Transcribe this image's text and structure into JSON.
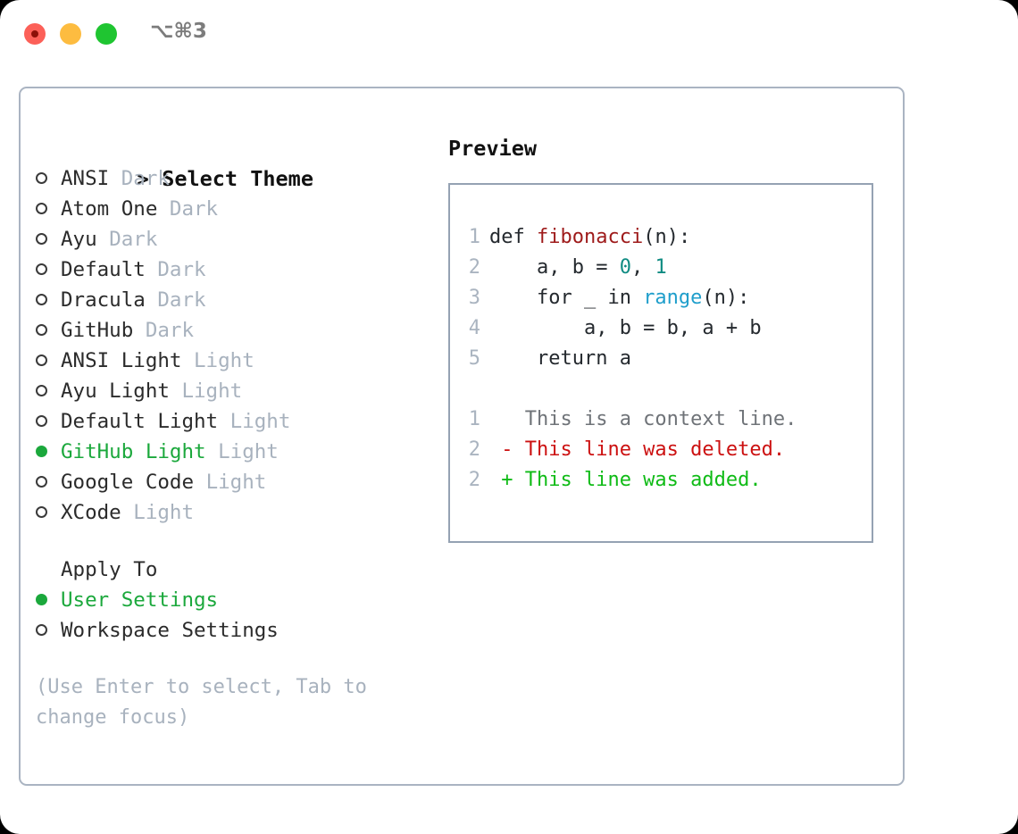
{
  "window": {
    "shortcut_label": "⌥⌘3",
    "traffic_lights": [
      "close",
      "minimize",
      "maximize"
    ]
  },
  "left_pane": {
    "header": {
      "prompt": ">",
      "title": "Select Theme"
    },
    "themes": [
      {
        "marker": "empty",
        "name": "ANSI",
        "kind": "Dark",
        "selected": false
      },
      {
        "marker": "empty",
        "name": "Atom One",
        "kind": "Dark",
        "selected": false
      },
      {
        "marker": "empty",
        "name": "Ayu",
        "kind": "Dark",
        "selected": false
      },
      {
        "marker": "empty",
        "name": "Default",
        "kind": "Dark",
        "selected": false
      },
      {
        "marker": "empty",
        "name": "Dracula",
        "kind": "Dark",
        "selected": false
      },
      {
        "marker": "empty",
        "name": "GitHub",
        "kind": "Dark",
        "selected": false
      },
      {
        "marker": "empty",
        "name": "ANSI Light",
        "kind": "Light",
        "selected": false
      },
      {
        "marker": "empty",
        "name": "Ayu Light",
        "kind": "Light",
        "selected": false
      },
      {
        "marker": "empty",
        "name": "Default Light",
        "kind": "Light",
        "selected": false
      },
      {
        "marker": "filled",
        "name": "GitHub Light",
        "kind": "Light",
        "selected": true
      },
      {
        "marker": "empty",
        "name": "Google Code",
        "kind": "Light",
        "selected": false
      },
      {
        "marker": "empty",
        "name": "XCode",
        "kind": "Light",
        "selected": false
      }
    ],
    "apply_to": {
      "heading": "Apply To",
      "options": [
        {
          "marker": "filled",
          "label": "User Settings",
          "selected": true
        },
        {
          "marker": "empty",
          "label": "Workspace Settings",
          "selected": false
        }
      ]
    },
    "hint": "(Use Enter to select, Tab to change focus)"
  },
  "right_pane": {
    "title": "Preview",
    "code_lines": [
      {
        "num": "1",
        "tokens": [
          {
            "text": "def ",
            "style": "plain"
          },
          {
            "text": "fibonacci",
            "style": "func"
          },
          {
            "text": "(n):",
            "style": "plain"
          }
        ]
      },
      {
        "num": "2",
        "tokens": [
          {
            "text": "    a, b = ",
            "style": "plain"
          },
          {
            "text": "0",
            "style": "num"
          },
          {
            "text": ", ",
            "style": "plain"
          },
          {
            "text": "1",
            "style": "num"
          }
        ]
      },
      {
        "num": "3",
        "tokens": [
          {
            "text": "    for _ in ",
            "style": "plain"
          },
          {
            "text": "range",
            "style": "call"
          },
          {
            "text": "(n):",
            "style": "plain"
          }
        ]
      },
      {
        "num": "4",
        "tokens": [
          {
            "text": "        a, b = b, a + b",
            "style": "plain"
          }
        ]
      },
      {
        "num": "5",
        "tokens": [
          {
            "text": "    return a",
            "style": "plain"
          }
        ]
      },
      {
        "num": "",
        "tokens": []
      },
      {
        "num": "1",
        "tokens": [
          {
            "text": "   This is a context line.",
            "style": "ctx"
          }
        ]
      },
      {
        "num": "2",
        "tokens": [
          {
            "text": " - This line was deleted.",
            "style": "del"
          }
        ]
      },
      {
        "num": "2",
        "tokens": [
          {
            "text": " + This line was added.",
            "style": "add"
          }
        ]
      }
    ]
  },
  "colors": {
    "accent_green": "#1ba83c",
    "muted": "#a8b2be",
    "card_border": "#aab4c2",
    "preview_border": "#95a2b3",
    "gutter": "#aab4c0",
    "func_red": "#9e1a1a",
    "call_blue": "#1f9ecb",
    "number_teal": "#0f8b82",
    "diff_delete": "#cc1111",
    "diff_add": "#0fbb16",
    "traffic_close": "#fc6058",
    "traffic_min": "#fdbc40",
    "traffic_max": "#1fc531"
  }
}
